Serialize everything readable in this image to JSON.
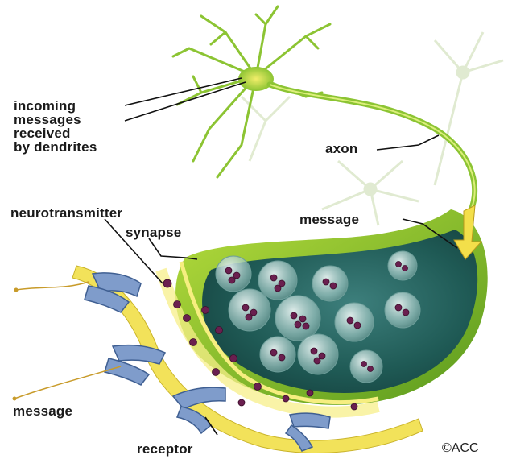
{
  "labels": {
    "incoming": [
      "incoming",
      "messages",
      "received",
      "by dendrites"
    ],
    "axon": "axon",
    "neurotransmitter": "neurotransmitter",
    "synapse": "synapse",
    "message_top": "message",
    "message_bottom": "message",
    "receptor": "receptor"
  },
  "credit": {
    "symbol": "©",
    "text": "ACC"
  },
  "colors": {
    "neuron_green": "#7fbf2a",
    "terminal_dark": "#1f5a55",
    "cleft_yellow": "#f2e25a",
    "receptor_blue": "#6f8fc0",
    "vesicle_purple": "#6a1f4f"
  }
}
